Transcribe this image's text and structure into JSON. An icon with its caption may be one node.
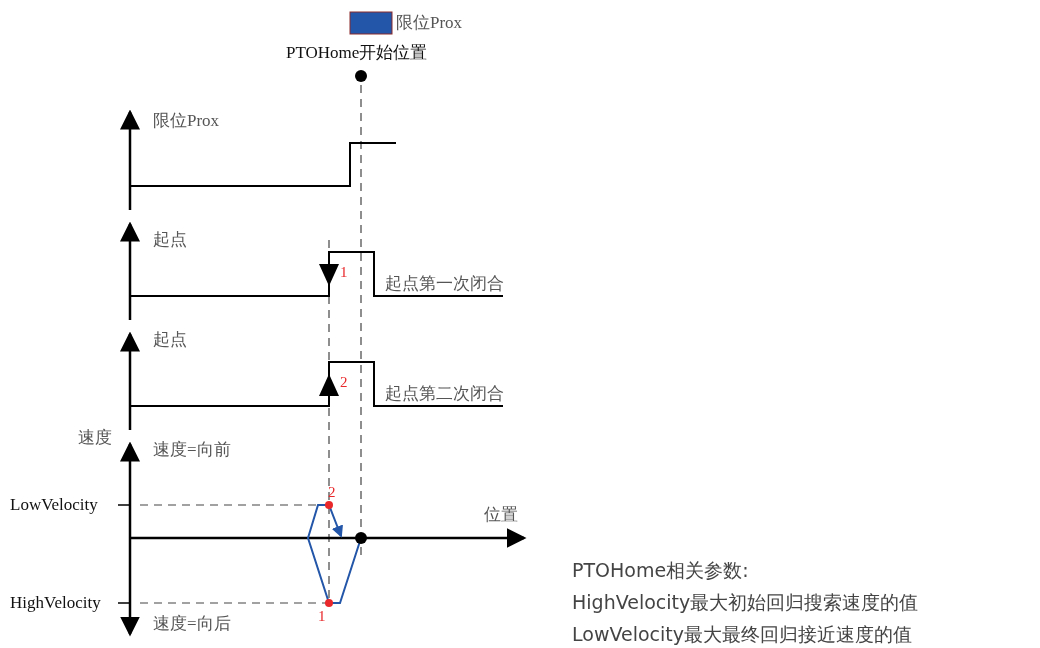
{
  "diagram": {
    "labels": [
      "PTOHome开始位置",
      "限位Prox",
      "起点",
      "1",
      "起点第一次闭合",
      "起点",
      "2",
      "起点第二次闭合",
      "速度",
      "速度=向前",
      "LowVelocity",
      "2",
      "位置",
      "HighVelocity",
      "1",
      "速度=向后",
      "PTOHome相关参数:",
      "HighVelocity最大初始回归搜索速度的值",
      "LowVelocity最大最终回归接近速度的值"
    ],
    "legend": [
      {
        "text": "限位Prox",
        "color": "#2356a8"
      }
    ]
  }
}
